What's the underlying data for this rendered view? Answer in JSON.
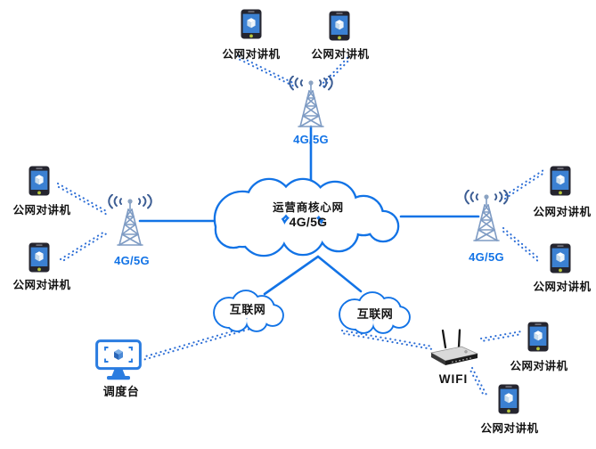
{
  "core_cloud": {
    "line1": "运营商核心网",
    "line2": "4G/5G"
  },
  "internet_clouds": [
    {
      "label": "互联网"
    },
    {
      "label": "互联网"
    }
  ],
  "towers": [
    {
      "id": "top",
      "label": "4G/5G"
    },
    {
      "id": "left",
      "label": "4G/5G"
    },
    {
      "id": "right",
      "label": "4G/5G"
    }
  ],
  "phones": [
    {
      "label": "公网对讲机"
    },
    {
      "label": "公网对讲机"
    },
    {
      "label": "公网对讲机"
    },
    {
      "label": "公网对讲机"
    },
    {
      "label": "公网对讲机"
    },
    {
      "label": "公网对讲机"
    },
    {
      "label": "公网对讲机"
    },
    {
      "label": "公网对讲机"
    }
  ],
  "dispatch": {
    "label": "调度台"
  },
  "wifi": {
    "label": "WIFI"
  },
  "icons": {
    "phone": "ptt-phone-icon",
    "tower": "cell-tower-icon",
    "monitor": "dispatch-console-icon",
    "router": "wifi-router-icon",
    "cloud": "cloud-icon"
  },
  "colors": {
    "line_blue": "#1273e6",
    "dot_blue": "#2e6fd6",
    "tower_lattice": "#7f9cc4",
    "tower_waves": "#3d5e94",
    "phone_screen": "#3b80d2",
    "monitor_blue": "#2a7ce0",
    "label_dark": "#131313"
  }
}
